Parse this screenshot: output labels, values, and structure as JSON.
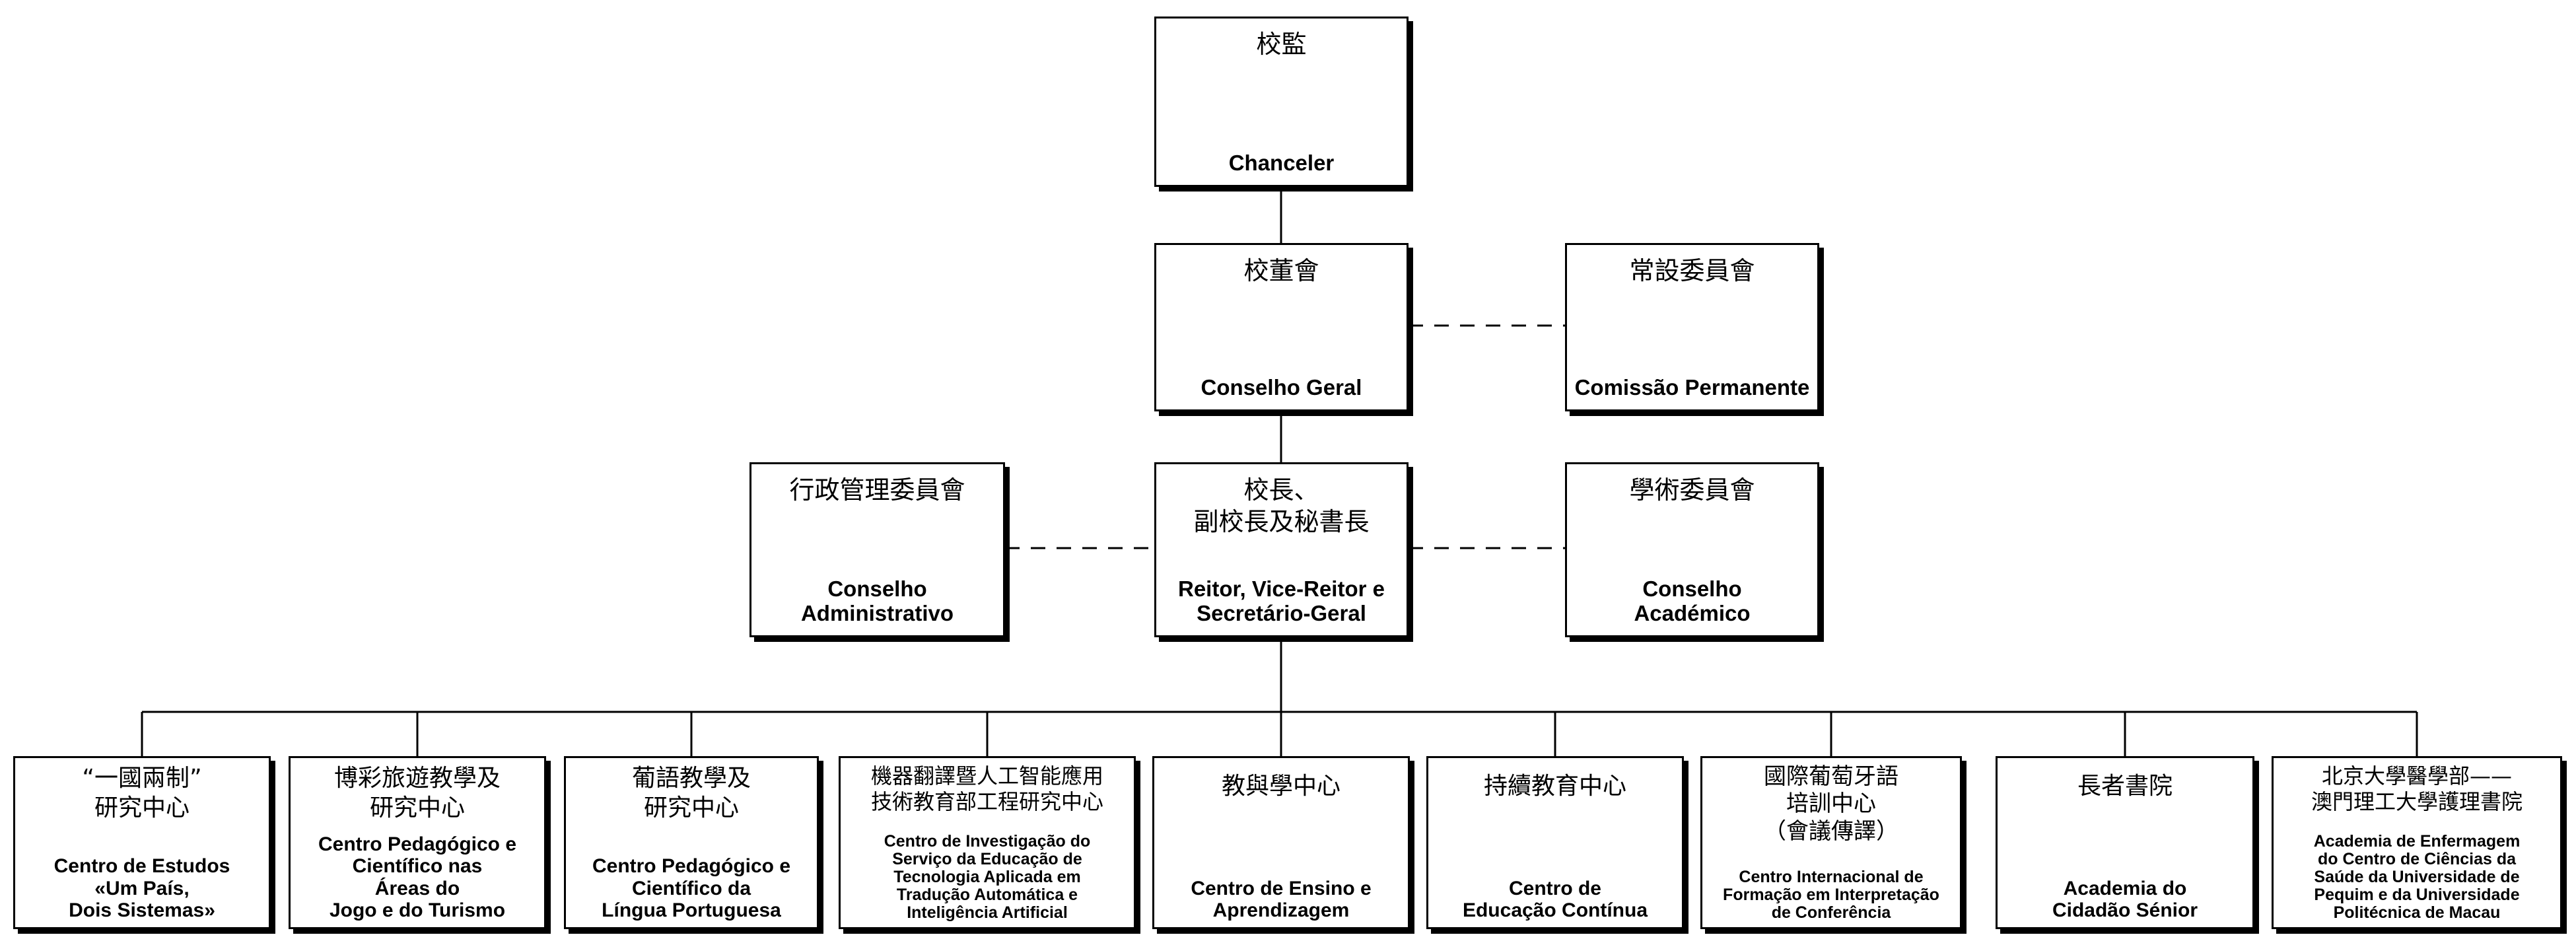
{
  "org_chart": {
    "chanceler": {
      "zh": "校監",
      "pt": "Chanceler"
    },
    "conselho_geral": {
      "zh": "校董會",
      "pt": "Conselho Geral"
    },
    "comissao_permanente": {
      "zh": "常設委員會",
      "pt": "Comissão Permanente"
    },
    "conselho_administrativo": {
      "zh": "行政管理委員會",
      "pt": "Conselho\nAdministrativo"
    },
    "reitor": {
      "zh": "校長、\n副校長及秘書長",
      "pt": "Reitor, Vice-Reitor e\nSecretário-Geral"
    },
    "conselho_academico": {
      "zh": "學術委員會",
      "pt": "Conselho\nAcadémico"
    },
    "units": [
      {
        "zh": "“一國兩制”\n研究中心",
        "pt": "Centro de Estudos\n«Um País,\nDois Sistemas»"
      },
      {
        "zh": "博彩旅遊教學及\n研究中心",
        "pt": "Centro Pedagógico e\nCientífico nas\nÁreas do\nJogo e do Turismo"
      },
      {
        "zh": "葡語教學及\n研究中心",
        "pt": "Centro Pedagógico e\nCientífico da\nLíngua Portuguesa"
      },
      {
        "zh": "機器翻譯暨人工智能應用\n技術教育部工程研究中心",
        "pt": "Centro de Investigação do\nServiço da Educação de\nTecnologia Aplicada em\nTradução Automática e\nInteligência Artificial"
      },
      {
        "zh": "教與學中心",
        "pt": "Centro de Ensino e\nAprendizagem"
      },
      {
        "zh": "持續教育中心",
        "pt": "Centro de\nEducação Contínua"
      },
      {
        "zh": "國際葡萄牙語\n培訓中心\n（會議傳譯）",
        "pt": "Centro Internacional de\nFormação em Interpretação\nde Conferência"
      },
      {
        "zh": "長者書院",
        "pt": "Academia do\nCidadão Sénior"
      },
      {
        "zh": "北京大學醫學部——\n澳門理工大學護理書院",
        "pt": "Academia de Enfermagem\ndo Centro de Ciências da\nSaúde da Universidade de\nPequim e da Universidade\nPolitécnica de Macau"
      }
    ]
  }
}
